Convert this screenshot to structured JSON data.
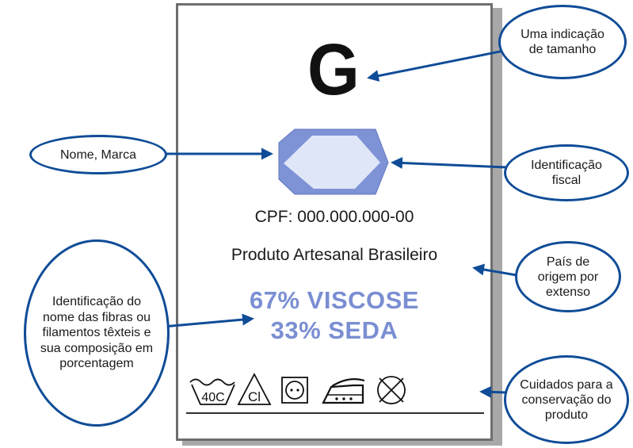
{
  "label": {
    "size_letter": "G",
    "cpf": "CPF: 000.000.000-00",
    "origin": "Produto Artesanal Brasileiro",
    "fiber_line_1": "67% VISCOSE",
    "fiber_line_2": "33% SEDA",
    "wash_temperature": "40C",
    "bleach_symbol_text": "Cl"
  },
  "callouts": {
    "size": "Uma indicação de tamanho",
    "brand": "Nome, Marca",
    "fiscal": "Identificação fiscal",
    "fibers": "Identificação do nome das fibras ou filamentos têxteis e sua composição em porcentagem",
    "country": "País de origem por extenso",
    "care": "Cuidados para a conservação do produto"
  },
  "colors": {
    "arrow_and_bubble_border": "#0f4c97",
    "fiber_text": "#7a8ed2",
    "logo_outer": "#7e92d6",
    "logo_inner": "#dfe6f7",
    "label_border": "#6e6e6e",
    "label_shadow": "#a8a8a8"
  },
  "icons": [
    "washing-tub-icon",
    "bleach-triangle-icon",
    "tumble-dry-icon",
    "iron-icon",
    "no-dryclean-icon",
    "brand-hexagon-logo-icon"
  ]
}
